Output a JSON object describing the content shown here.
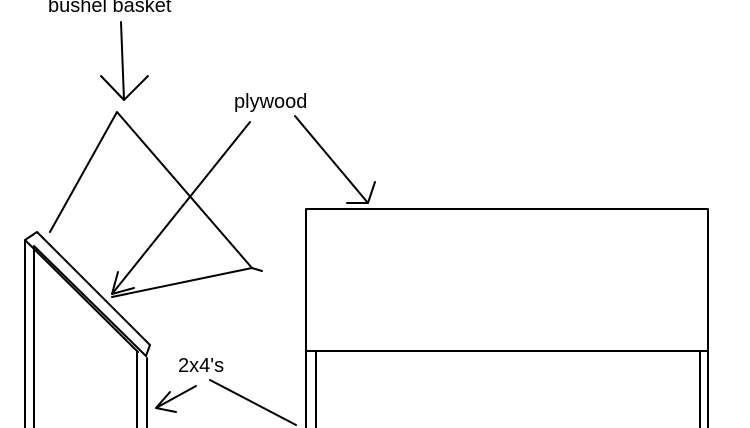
{
  "labels": {
    "bushel_basket": "bushel basket",
    "plywood": "plywood",
    "two_by_fours": "2x4's"
  },
  "colors": {
    "ink": "#000000",
    "background": "#ffffff"
  }
}
